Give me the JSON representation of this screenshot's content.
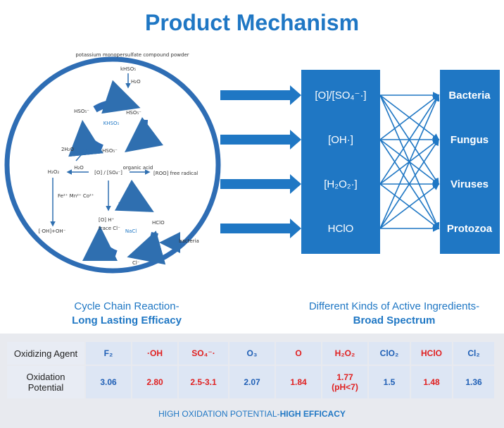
{
  "title": "Product Mechanism",
  "reaction_labels": {
    "source": "potassium monopersulfate compound powder",
    "khso5_top": "kHSO₅",
    "h2o_top": "H₂O",
    "hso5_left": "HSO₅⁻",
    "hso5_right": "HSO₅⁻",
    "khso5_center": "KHSO₅",
    "two_h2o": "2H₂O",
    "hso5_bottom": "HSO₅⁻",
    "h2o2": "H₂O₂",
    "h2o_mid": "H₂O",
    "o_so4": "[O] / [SO₄⁻]",
    "organic_acid": "organic acid",
    "roo": "[ROO] free radical",
    "metals": "Fe²⁺ Mn²⁺ Co²⁺",
    "oh_pair": "[·OH]+OH⁻",
    "o_h": "[O]  H⁺",
    "trace_cl": "trace Cl⁻",
    "nacl": "NaCl",
    "hclo": "HClO",
    "bacteria": "bacteria",
    "cl_minus": "Cl⁻"
  },
  "ingredients": [
    "[O]/[SO₄⁻·]",
    "[OH·]",
    "[H₂O₂·]",
    "HClO"
  ],
  "targets": [
    "Bacteria",
    "Fungus",
    "Viruses",
    "Protozoa"
  ],
  "captions": {
    "left_line1": "Cycle Chain Reaction-",
    "left_line2": "Long Lasting Efficacy",
    "right_line1": "Different Kinds of Active Ingredients-",
    "right_line2": "Broad Spectrum"
  },
  "table": {
    "row1_header": "Oxidizing Agent",
    "row2_header": "Oxidation Potential",
    "agents": [
      {
        "name": "F₂",
        "value": "3.06",
        "note": "",
        "color": "blue"
      },
      {
        "name": "·OH",
        "value": "2.80",
        "note": "",
        "color": "red"
      },
      {
        "name": "SO₄⁻·",
        "value": "2.5-3.1",
        "note": "",
        "color": "red"
      },
      {
        "name": "O₃",
        "value": "2.07",
        "note": "",
        "color": "blue"
      },
      {
        "name": "O",
        "value": "1.84",
        "note": "",
        "color": "red"
      },
      {
        "name": "H₂O₂",
        "value": "1.77",
        "note": "(pH<7)",
        "color": "red"
      },
      {
        "name": "ClO₂",
        "value": "1.5",
        "note": "",
        "color": "blue"
      },
      {
        "name": "HClO",
        "value": "1.48",
        "note": "",
        "color": "red"
      },
      {
        "name": "Cl₂",
        "value": "1.36",
        "note": "",
        "color": "blue"
      }
    ]
  },
  "footer": {
    "normal": "HIGH OXIDATION POTENTIAL-",
    "bold": "HIGH EFFICACY"
  },
  "colors": {
    "brand_blue": "#1f77c4",
    "box_blue": "#1f77c4",
    "red": "#e02020"
  }
}
